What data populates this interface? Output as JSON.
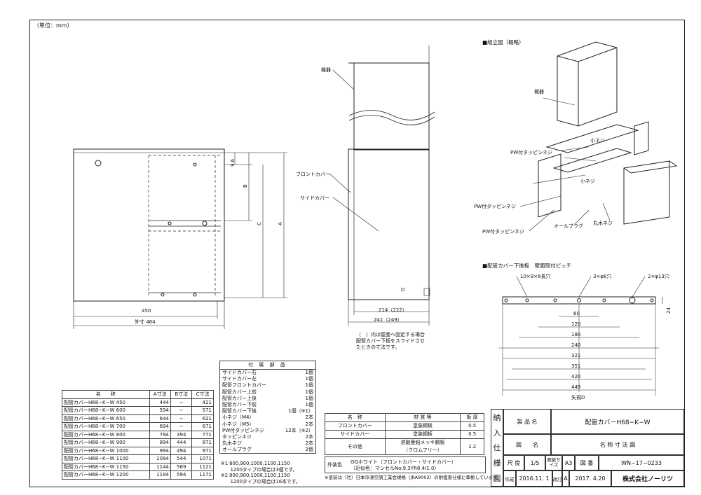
{
  "unit_label": "（単位：mm）",
  "front_view": {
    "width_inner": "450",
    "width_outer": "外寸 464",
    "dim_96": "9.6",
    "dim_b": "B",
    "dim_c": "C",
    "dim_a": "A"
  },
  "side_view": {
    "label_kiki": "機器",
    "label_front_cover": "フロントカバー",
    "label_side_cover": "サイドカバー",
    "dim_214": "214（222）",
    "dim_241": "241（249）",
    "arrow_d": "D",
    "note_lines": [
      "（　）内は壁面へ固定する場合",
      "配管カバー下板をスライドさせ",
      "たときの寸法です。"
    ]
  },
  "assembly": {
    "title": "■組立図（概略）",
    "labels": {
      "kiki": "機器",
      "small_screw_1": "小ネジ",
      "pw_tap_1": "PW付タッピンネジ",
      "small_screw_2": "小ネジ",
      "pw_tap_2": "PW付タッピンネジ",
      "pw_tap_3": "PW付タッピンネジ",
      "plug": "オールプラグ",
      "wood_screw": "丸木ネジ"
    }
  },
  "pitch": {
    "title": "■配管カバー下後板　壁面取付ピッチ",
    "hole_a": "10×9×6長穴",
    "hole_b": "3×φ6穴",
    "hole_c": "2×φ13穴",
    "dims": [
      "60",
      "120",
      "180",
      "240",
      "321",
      "351",
      "420",
      "449"
    ],
    "height": "24",
    "view": "矢視D"
  },
  "product_table": {
    "headers": [
      "名　　称",
      "A寸法",
      "B寸法",
      "C寸法"
    ],
    "rows": [
      [
        "配管カバーH68−K−W 450",
        "444",
        "−",
        "421"
      ],
      [
        "配管カバーH68−K−W 600",
        "594",
        "−",
        "571"
      ],
      [
        "配管カバーH68−K−W 650",
        "644",
        "−",
        "621"
      ],
      [
        "配管カバーH68−K−W 700",
        "694",
        "−",
        "671"
      ],
      [
        "配管カバーH68−K−W 800",
        "794",
        "394",
        "771"
      ],
      [
        "配管カバーH68−K−W 900",
        "894",
        "444",
        "871"
      ],
      [
        "配管カバーH68−K−W 1000",
        "994",
        "494",
        "971"
      ],
      [
        "配管カバーH68−K−W 1100",
        "1094",
        "544",
        "1071"
      ],
      [
        "配管カバーH68−K−W 1150",
        "1144",
        "569",
        "1121"
      ],
      [
        "配管カバーH68−K−W 1200",
        "1194",
        "594",
        "1171"
      ]
    ]
  },
  "accessories": {
    "header": "付 属 部 品",
    "items": [
      [
        "サイドカバー右",
        "1個"
      ],
      [
        "サイドカバー左",
        "1個"
      ],
      [
        "配管フロントカバー",
        "1個"
      ],
      [
        "配管カバー上前",
        "1個"
      ],
      [
        "配管カバー上後",
        "1個"
      ],
      [
        "配管カバー下前",
        "1個"
      ],
      [
        "配管カバー下後",
        "1個（※1）"
      ],
      [
        "小ネジ（M4）",
        "2本"
      ],
      [
        "小ネジ（M5）",
        "2本"
      ],
      [
        "PW付タッピンネジ",
        "12本（※2）"
      ],
      [
        "タッピンネジ",
        "2本"
      ],
      [
        "丸木ネジ",
        "2本"
      ],
      [
        "オールプラグ",
        "2個"
      ]
    ]
  },
  "notes": [
    "※1 800,900,1000,1100,1150",
    "　　1200タイプの場合は3個です。",
    "※2 800,900,1000,1100,1150",
    "　　1200タイプの場合は16本です。"
  ],
  "material_table": {
    "headers": [
      "名　称",
      "材 質 等",
      "板 厚"
    ],
    "rows": [
      [
        "フロントカバー",
        "塗装鋼板",
        "0.5"
      ],
      [
        "サイドカバー",
        "塗装鋼板",
        "0.5"
      ],
      [
        "その他",
        "溶融亜鉛メッキ鋼板",
        "1.2"
      ]
    ],
    "sub": "（クロムフリー）"
  },
  "color": {
    "label": "外装色",
    "line1": "GQホワイト（フロントカバー・サイドカバー）",
    "line2": "（近似色：マンセルNo.9.3YR8.4/1.0）"
  },
  "footnote": "※塗装は（社）日本冷凍空調工業会規格（JRA9002）の耐塩害仕様に準拠しています。",
  "title_block": {
    "vertical": [
      "納",
      "入",
      "仕",
      "様",
      "図"
    ],
    "product_label": "製 品 名",
    "product_value": "配管カバーH68−K−W",
    "drawing_label": "図　　名",
    "drawing_value": "名 称 寸 法 図",
    "scale_label": "尺 度",
    "scale_value": "1/5",
    "paper_label": "原紙サイズ",
    "paper_value": "A3",
    "number_label": "図 番",
    "number_value": "WN−17−0233",
    "created_label": "作成",
    "created_value": "2016.11. 1",
    "revised_label": "改訂",
    "revised_mark": "A",
    "revised_value": "2017. 4.20",
    "company": "株式会社ノーリツ"
  }
}
